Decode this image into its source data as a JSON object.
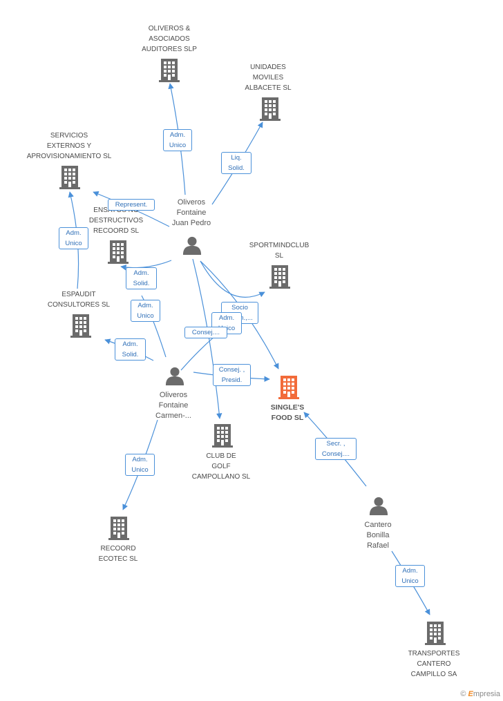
{
  "colors": {
    "building": "#6b6b6b",
    "building_main": "#f26b3a",
    "edge": "#4a90d9",
    "person": "#6b6b6b"
  },
  "nodes": {
    "oliveros_asociados": "OLIVEROS &\nASOCIADOS\nAUDITORES SLP",
    "unidades_moviles": "UNIDADES\nMOVILES\nALBACETE SL",
    "servicios_externos": "SERVICIOS\nEXTERNOS Y\nAPROVISIONAMIENTO SL",
    "ensayos": "ENSAYOS NO\nDESTRUCTIVOS\nRECOORD SL",
    "sportmindclub": "SPORTMINDCLUB\nSL",
    "espaudit": "ESPAUDIT\nCONSULTORES SL",
    "singles_food": "SINGLE'S\nFOOD SL",
    "club_golf": "CLUB DE\nGOLF\nCAMPOLLANO SL",
    "recoord_ecotec": "RECOORD\nECOTEC SL",
    "transportes": "TRANSPORTES\nCANTERO\nCAMPILLO SA",
    "juan_pedro": "Oliveros\nFontaine\nJuan Pedro",
    "carmen": "Oliveros\nFontaine\nCarmen-...",
    "rafael": "Cantero\nBonilla\nRafael"
  },
  "relations": {
    "r1": "Adm.\nUnico",
    "r2": "Liq.\nSolid.",
    "r3": "Represent.",
    "r4": "Adm.\nUnico",
    "r5": "Adm.\nSolid.",
    "r6": "Adm.\nUnico",
    "r7": "Socio\n, Adm.,...",
    "r8": "Adm.\nUnico",
    "r9": "Consej....",
    "r10": "Adm.\nSolid.",
    "r11": "Consej. ,\nPresid.",
    "r12": "Secr. ,\nConsej....",
    "r13": "Adm.\nUnico",
    "r14": "Adm.\nUnico"
  },
  "brand": {
    "copyright": "©",
    "name_first": "E",
    "name_rest": "mpresia"
  }
}
